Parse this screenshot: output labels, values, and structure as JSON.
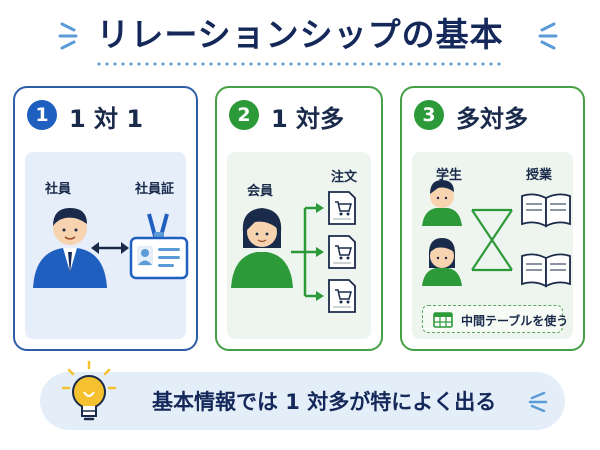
{
  "title": "リレーションシップの基本",
  "cards": [
    {
      "number": "1",
      "title": "1 対 1",
      "labels": [
        "社員",
        "社員証"
      ]
    },
    {
      "number": "2",
      "title": "1 対多",
      "labels": [
        "会員",
        "注文"
      ]
    },
    {
      "number": "3",
      "title": "多対多",
      "labels": [
        "学生",
        "授業"
      ],
      "note": "中間テーブルを使う"
    }
  ],
  "banner": {
    "text": "基本情報では 1 対多が特によく出る",
    "icon": "lightbulb-icon"
  },
  "colors": {
    "navy": "#15285a",
    "blue": "#1f5fc0",
    "green": "#2d9a3a",
    "accent_yellow": "#f5c12e"
  }
}
